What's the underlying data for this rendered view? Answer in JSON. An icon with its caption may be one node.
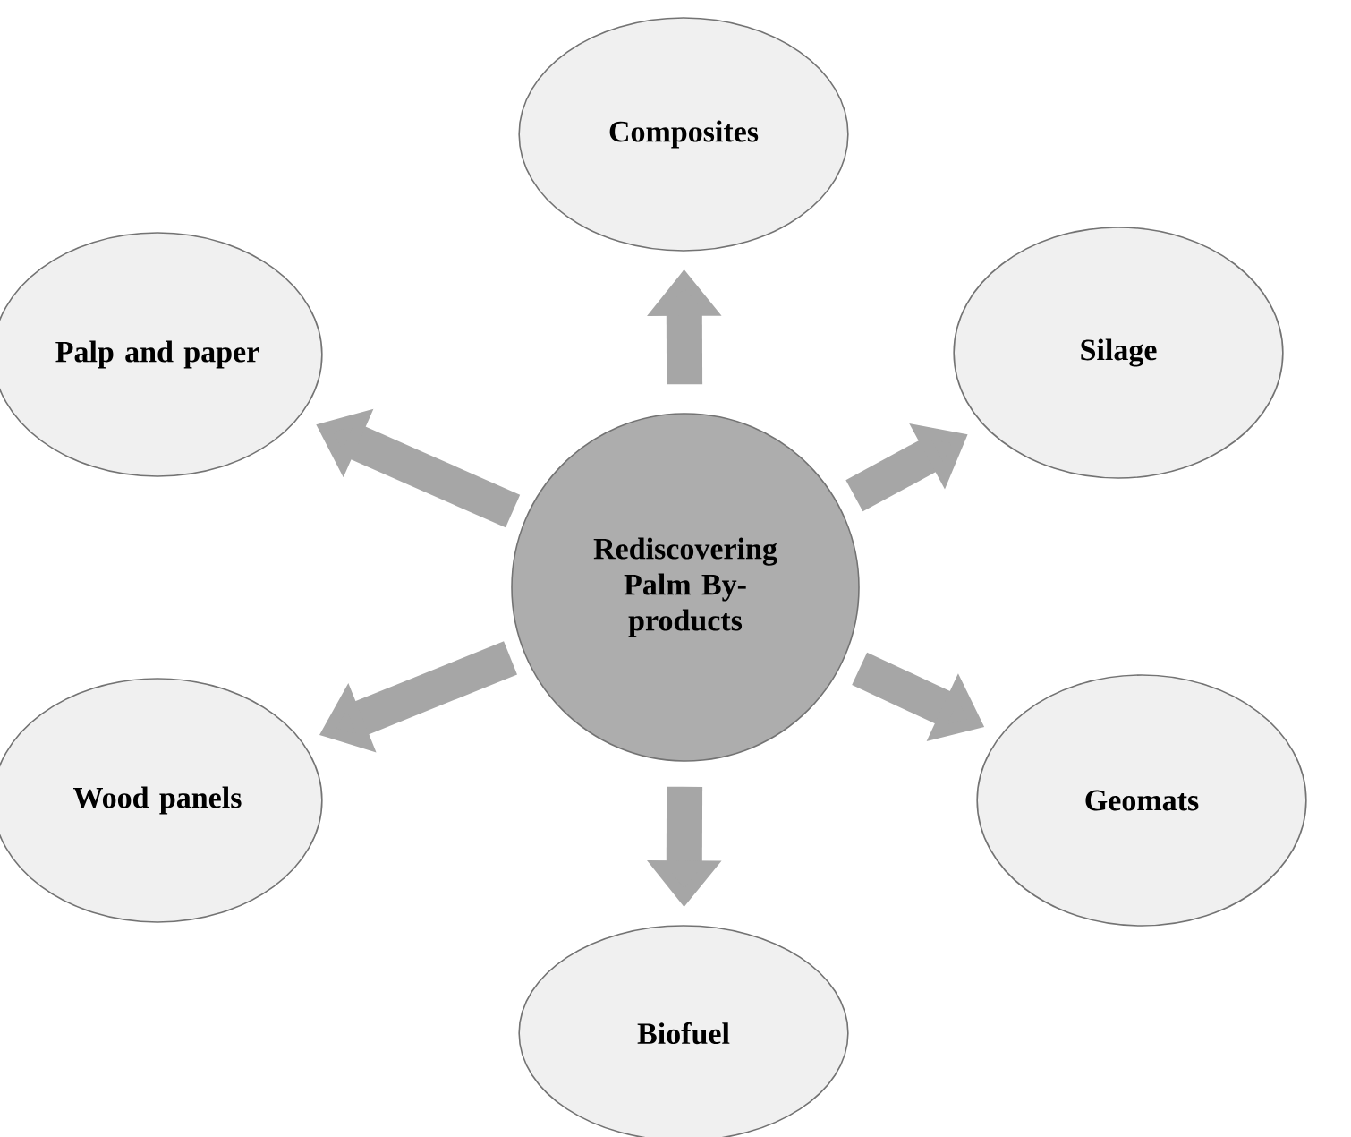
{
  "diagram": {
    "nodes": [
      {
        "text": [
          "Composites"
        ]
      },
      {
        "text": [
          "Palp and paper"
        ]
      },
      {
        "text": [
          "Silage"
        ]
      },
      {
        "text": [
          "Rediscovering Palm By-products"
        ]
      },
      {
        "text": [
          "Wood panels"
        ]
      },
      {
        "text": [
          "Geomats"
        ]
      },
      {
        "text": [
          "Biofuel"
        ]
      }
    ],
    "edges": [
      {
        "from": 3,
        "to": 0,
        "arrow": "to"
      },
      {
        "from": 3,
        "to": 1,
        "arrow": "to"
      },
      {
        "from": 3,
        "to": 2,
        "arrow": "to"
      },
      {
        "from": 3,
        "to": 4,
        "arrow": "to"
      },
      {
        "from": 3,
        "to": 5,
        "arrow": "to"
      },
      {
        "from": 3,
        "to": 6,
        "arrow": "to"
      }
    ]
  }
}
